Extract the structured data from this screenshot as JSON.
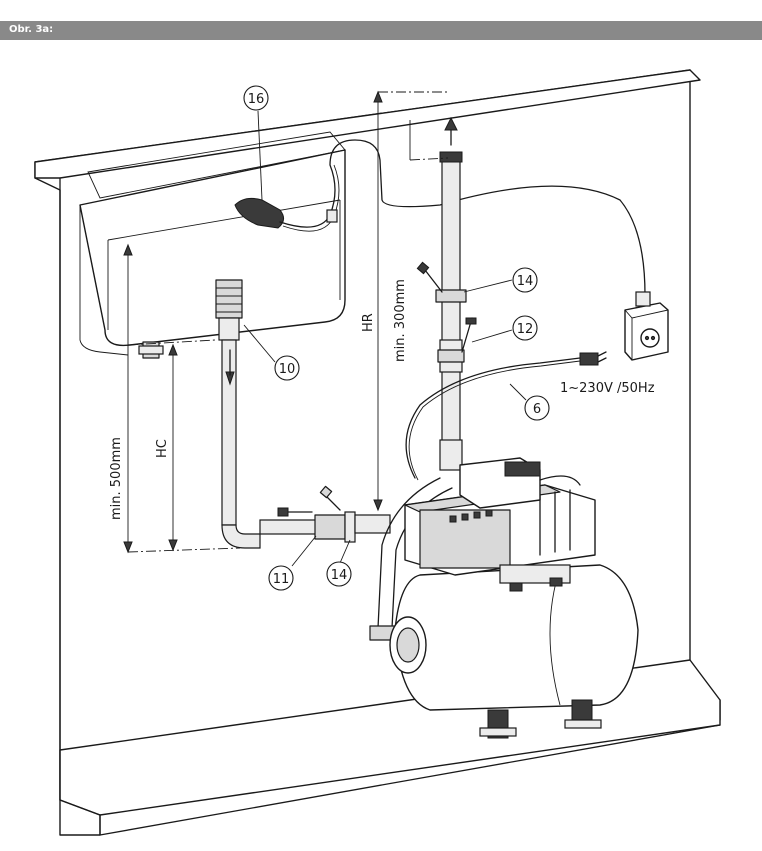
{
  "header": {
    "title": "Obr. 3a:"
  },
  "callouts": {
    "c16": "16",
    "c10": "10",
    "c14a": "14",
    "c12": "12",
    "c6": "6",
    "c11": "11",
    "c14b": "14"
  },
  "labels": {
    "power": "1~230V /50Hz",
    "min500": "min. 500mm",
    "hc": "HC",
    "hr": "HR",
    "min300": "min. 300mm"
  },
  "colors": {
    "header_bg": "#898989",
    "line": "#1a1a1a"
  }
}
